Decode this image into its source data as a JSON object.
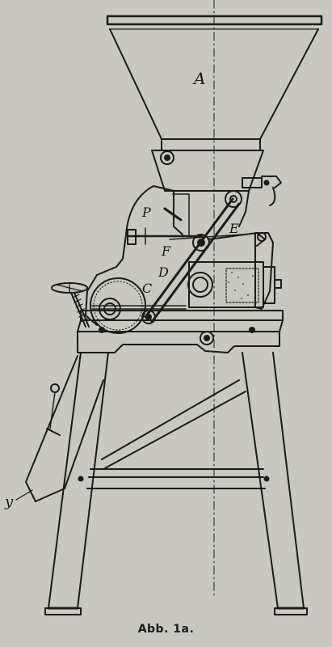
{
  "figure": {
    "caption": "Abb. 1a.",
    "labels": {
      "A": "A",
      "P": "P",
      "F": "F",
      "E": "E",
      "D": "D",
      "C": "C",
      "y": "y"
    },
    "colors": {
      "paper": "#c9c9c1",
      "ink": "#1a1a1a",
      "hatch": "#2a2a2a"
    }
  }
}
